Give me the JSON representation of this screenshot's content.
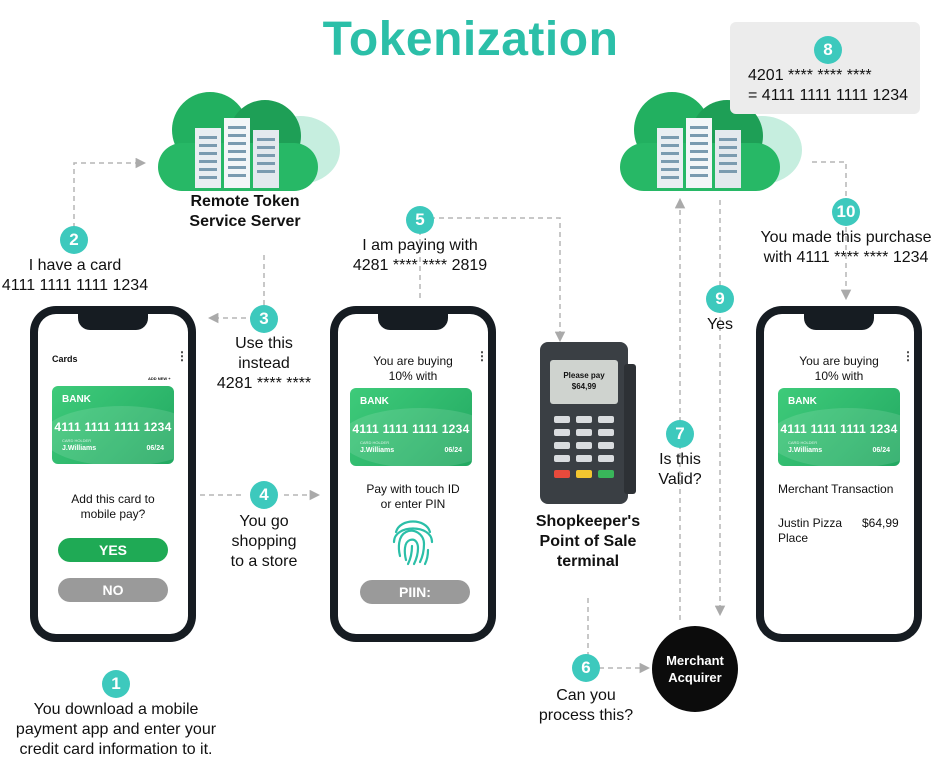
{
  "title": "Tokenization",
  "servers": {
    "left_label_line1": "Remote Token",
    "left_label_line2": "Service Server"
  },
  "steps": {
    "s1": {
      "num": "1",
      "lines": [
        "You download a mobile",
        "payment app and enter your",
        "credit card information to it."
      ]
    },
    "s2": {
      "num": "2",
      "lines": [
        "I have a card",
        "4111 1111 1111 1234"
      ]
    },
    "s3": {
      "num": "3",
      "lines": [
        "Use this",
        "instead",
        "4281 **** ****"
      ]
    },
    "s4": {
      "num": "4",
      "lines": [
        "You go",
        "shopping",
        "to a store"
      ]
    },
    "s5": {
      "num": "5",
      "lines": [
        "I am paying with",
        "4281 **** **** 2819"
      ]
    },
    "s6": {
      "num": "6",
      "lines": [
        "Can you",
        "process this?"
      ]
    },
    "s7": {
      "num": "7",
      "lines": [
        "Is this",
        "Valid?"
      ]
    },
    "s8": {
      "num": "8",
      "lines": [
        "4201 **** **** ****",
        "= 4111 1111 1111 1234"
      ]
    },
    "s9": {
      "num": "9",
      "lines": [
        "Yes"
      ]
    },
    "s10": {
      "num": "10",
      "lines": [
        "You made this purchase",
        "with 4111 **** **** 1234"
      ]
    }
  },
  "pos": {
    "label_lines": [
      "Shopkeeper's",
      "Point of Sale",
      "terminal"
    ],
    "screen_line1": "Please pay",
    "screen_line2": "$64,99"
  },
  "acquirer": {
    "line1": "Merchant",
    "line2": "Acquirer"
  },
  "phone1": {
    "header": "Cards",
    "add_new": "ADD NEW +",
    "card": {
      "bank": "BANK",
      "number": "4111 1111 1111 1234",
      "holder_label": "CARD HOLDER",
      "holder": "J.Williams",
      "expiry": "06/24"
    },
    "question_line1": "Add this card to",
    "question_line2": "mobile pay?",
    "yes": "YES",
    "no": "NO"
  },
  "phone2": {
    "line1": "You are buying",
    "line2": "10% with",
    "card": {
      "bank": "BANK",
      "number": "4111 1111 1111 1234",
      "holder_label": "CARD HOLDER",
      "holder": "J.Williams",
      "expiry": "06/24"
    },
    "pay_line1": "Pay with touch ID",
    "pay_line2": "or enter PIN",
    "pin": "PIIN:"
  },
  "phone3": {
    "line1": "You are buying",
    "line2": "10% with",
    "card": {
      "bank": "BANK",
      "number": "4111 1111 1111 1234",
      "holder_label": "CARD HOLDER",
      "holder": "J.Williams",
      "expiry": "06/24"
    },
    "transaction": "Merchant Transaction",
    "merchant_line1": "Justin Pizza",
    "merchant_line2": "Place",
    "amount": "$64,99"
  },
  "colors": {
    "accent": "#2bbfa8",
    "step": "#3dc9bd",
    "card": "#2fb56c",
    "yes": "#1faa55",
    "no": "#9a9a9a",
    "cloud": "#22b060"
  }
}
